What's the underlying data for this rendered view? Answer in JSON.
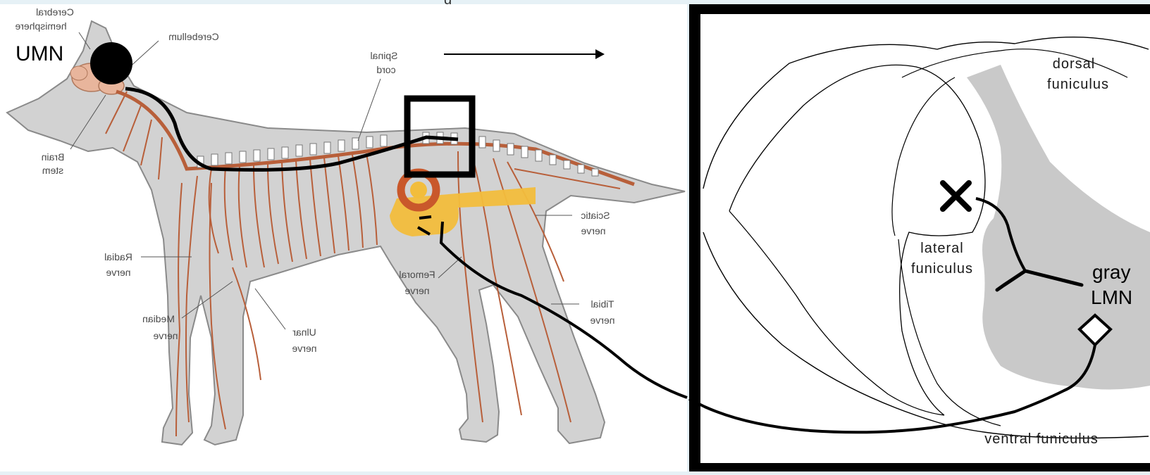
{
  "title_fragment": "g",
  "dog_panel": {
    "labels": {
      "cerebral_1": "Cerebral",
      "cerebral_2": "hemisphere",
      "cerebellum": "Cerebellum",
      "spinal_1": "Spinal",
      "spinal_2": "cord",
      "brain_1": "Brain",
      "brain_2": "stem",
      "sciatic_1": "Sciatic",
      "sciatic_2": "nerve",
      "radial_1": "Radial",
      "radial_2": "nerve",
      "femoral_1": "Femoral",
      "femoral_2": "nerve",
      "tibial_1": "Tibial",
      "tibial_2": "nerve",
      "median_1": "Median",
      "median_2": "nerve",
      "ulnar_1": "Ulnar",
      "ulnar_2": "nerve"
    },
    "umn_label": "UMN"
  },
  "cord_panel": {
    "dorsal_1": "dorsal",
    "dorsal_2": "funiculus",
    "lateral_1": "lateral",
    "lateral_2": "funiculus",
    "gray": "gray",
    "lmn": "LMN",
    "ventral": "ventral funiculus"
  },
  "colors": {
    "background": "#e6f1f6",
    "body": "#d2d2d2",
    "nerve": "#b85f3a",
    "brain": "#e8b59c",
    "lesion_ring": "#c9582b",
    "highlight": "#f2bd3c",
    "gray_matter": "#c9c9c9",
    "path": "#000000"
  },
  "icons": {
    "umn": "filled-circle-icon",
    "lesion": "x-mark-icon",
    "lmn_cell_body": "diamond-icon",
    "direction": "arrow-right-icon"
  }
}
